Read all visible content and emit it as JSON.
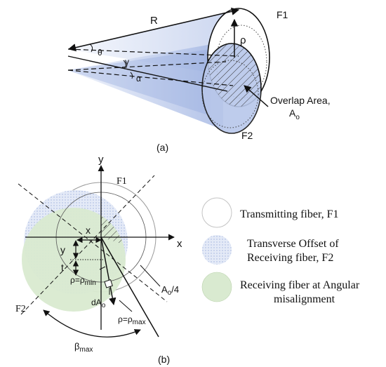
{
  "colors": {
    "cone_blue": "#b9c8ea",
    "cone_blue_light": "#dfe6f6",
    "green_fill": "#d9ead0",
    "stroke": "#111111",
    "grey_circle": "#9a9a9a"
  },
  "panel_a": {
    "caption": "(a)",
    "label_R": "R",
    "label_F1": "F1",
    "label_F2": "F2",
    "label_rho": "ρ",
    "label_theta": "θ",
    "label_gamma": "γ",
    "label_alpha": "α",
    "overlap_line1": "Overlap Area,",
    "overlap_line2_main": "A",
    "overlap_line2_sub": "o"
  },
  "panel_b": {
    "caption": "(b)",
    "axis_y": "y",
    "axis_x": "x",
    "label_F1": "F1",
    "label_F2": "F2",
    "label_x": "x",
    "label_y": "y",
    "label_t": "t",
    "rho_min_main": "ρ=ρ",
    "rho_min_sub": "min",
    "rho_max_main": "ρ=ρ",
    "rho_max_sub": "max",
    "dA_main": "dA",
    "dA_sub": "o",
    "A_quarter_main": "A",
    "A_quarter_sub": "o",
    "A_quarter_tail": "/4",
    "beta_main": "β",
    "beta_sub": "max"
  },
  "legend": [
    {
      "line1": "Transmitting fiber, F1",
      "line2": ""
    },
    {
      "line1": "Transverse Offset of",
      "line2": "Receiving fiber, F2"
    },
    {
      "line1": "Receiving fiber at Angular",
      "line2": "misalignment"
    }
  ]
}
